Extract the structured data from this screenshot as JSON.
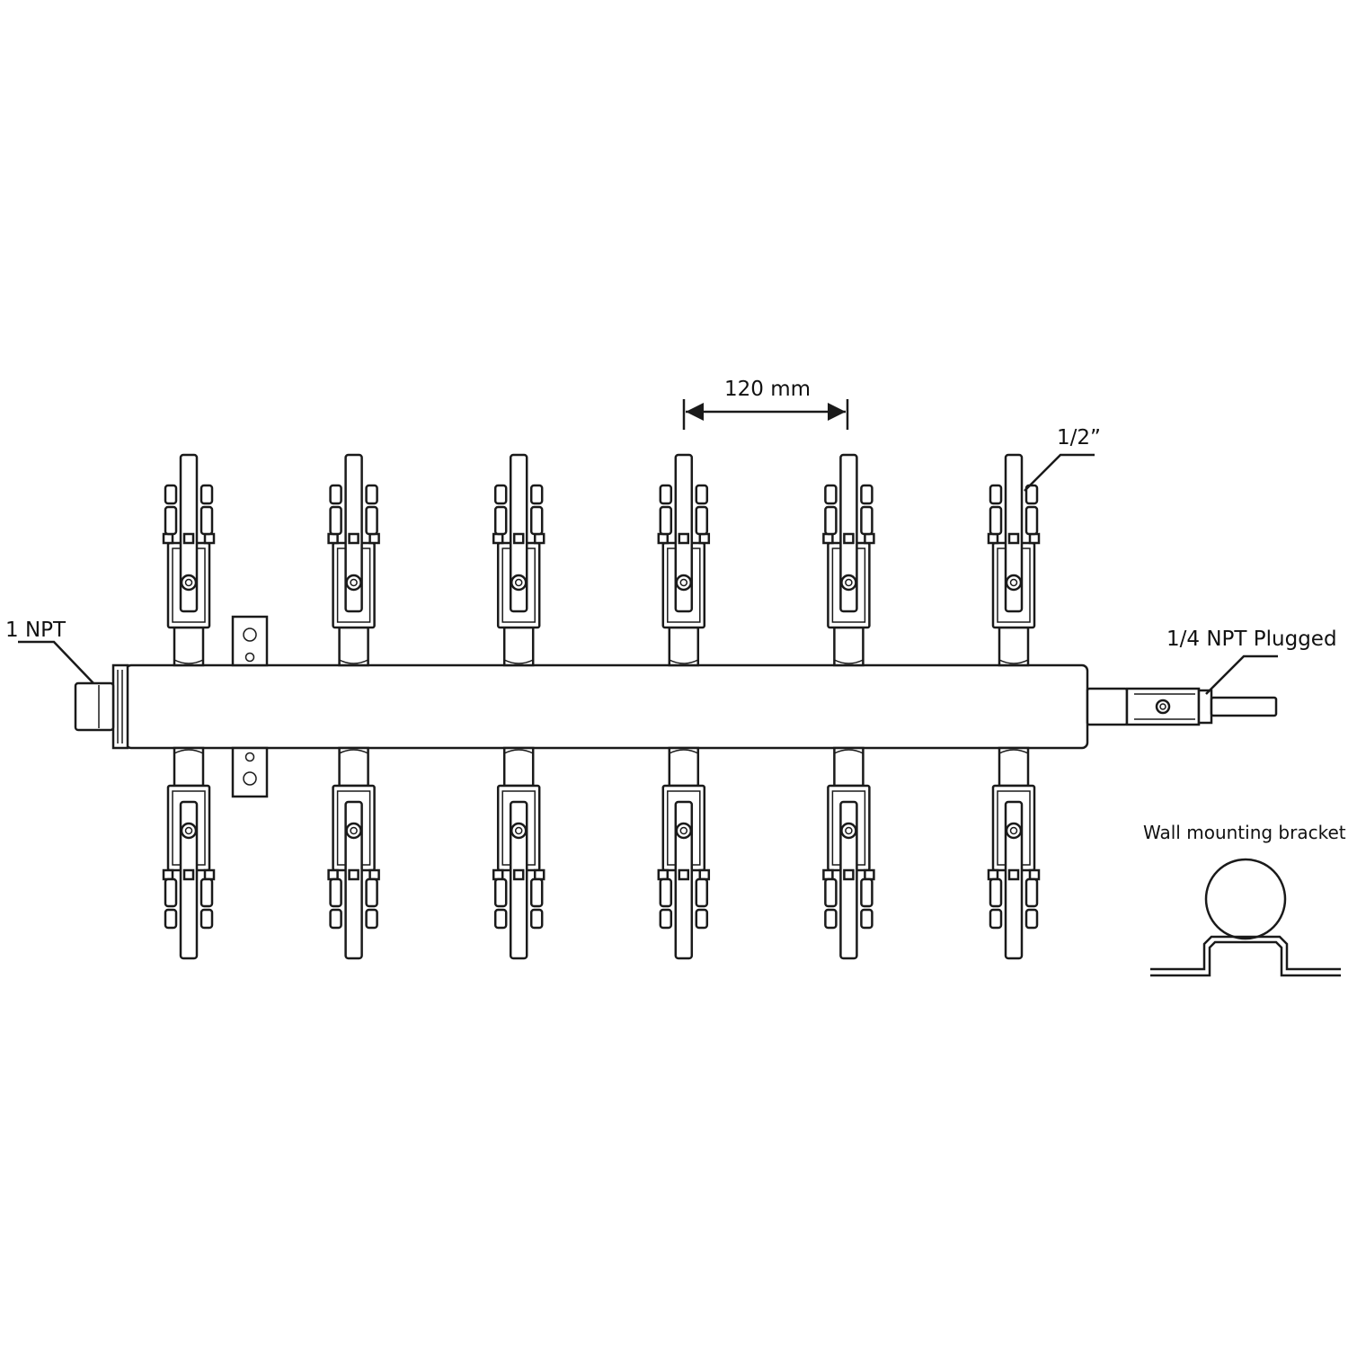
{
  "labels": {
    "inlet": "1 NPT",
    "spacing": "120 mm",
    "port_size": "1/2”",
    "end_plug": "1/4 NPT Plugged",
    "bracket": "Wall mounting bracket"
  },
  "manifold": {
    "outlets_per_side": 6,
    "sides": [
      "top",
      "bottom"
    ]
  },
  "colors": {
    "line": "#1a1a1a",
    "background": "#ffffff"
  }
}
